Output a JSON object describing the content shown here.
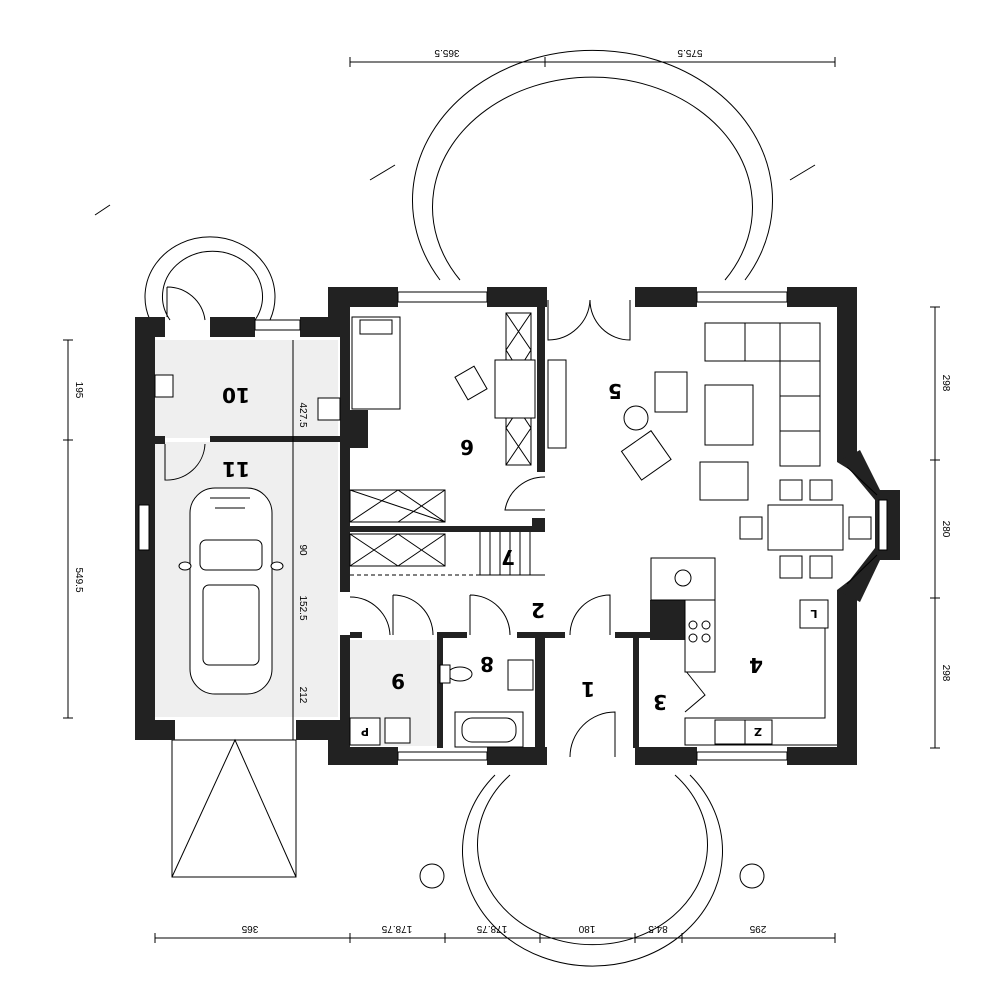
{
  "rooms": {
    "r1": "1",
    "r2": "2",
    "r3": "3",
    "r4": "4",
    "r5": "5",
    "r6": "6",
    "r7": "7",
    "r8": "8",
    "r9": "9",
    "r10": "10",
    "r11": "11"
  },
  "fixtures": {
    "fridge_label": "L",
    "sink_label": "Z",
    "laundry_label": "P"
  },
  "dimensions": {
    "top_left": "365.5",
    "top_right": "575.5",
    "bottom": [
      "365",
      "178.75",
      "178.75",
      "180",
      "84.5",
      "295"
    ],
    "left_top": "195",
    "left_bottom": "549.5",
    "right": [
      "298",
      "280",
      "298"
    ],
    "inner": [
      "427.5",
      "90",
      "152.5",
      "212"
    ]
  }
}
